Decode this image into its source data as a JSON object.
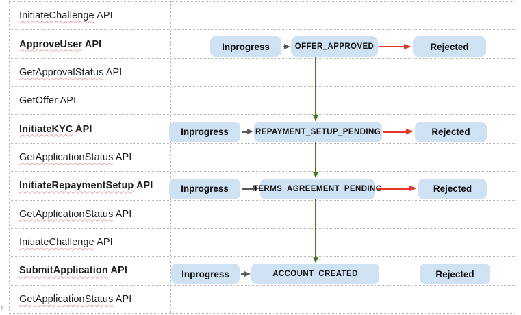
{
  "colors": {
    "box_fill": "#cfe2f3",
    "grid_line": "#b9b9b9",
    "text": "#1d1d1d",
    "gray_arrow": "#5a5a5a",
    "red_arrow": "#e8362a",
    "green_arrow": "#45791f",
    "spellcheck_underline": "#f0a09a"
  },
  "edge_text": "y",
  "table": {
    "rows": [
      {
        "text": "InitiateChallenge API",
        "underlined_part": "InitiateChallenge",
        "bold": false,
        "spellcheck": true
      },
      {
        "text": "ApproveUser API",
        "underlined_part": "ApproveUser",
        "bold": true,
        "spellcheck": true,
        "flow": {
          "start": "Inprogress",
          "state": "OFFER_APPROVED",
          "reject": "Rejected",
          "reject_arrow": true
        }
      },
      {
        "text": "GetApprovalStatus API",
        "underlined_part": "GetApprovalStatus",
        "bold": false,
        "spellcheck": true
      },
      {
        "text": "GetOffer API",
        "underlined_part": "",
        "bold": false,
        "spellcheck": false
      },
      {
        "text": "InitiateKYC API",
        "underlined_part": "InitiateKYC",
        "bold": true,
        "spellcheck": true,
        "flow": {
          "start": "Inprogress",
          "state": "REPAYMENT_SETUP_PENDING",
          "reject": "Rejected",
          "reject_arrow": true
        }
      },
      {
        "text": "GetApplicationStatus API",
        "underlined_part": "GetApplicationStatus",
        "bold": false,
        "spellcheck": true
      },
      {
        "text": "InitiateRepaymentSetup API",
        "underlined_part": "InitiateRepaymentSetup",
        "bold": true,
        "spellcheck": true,
        "flow": {
          "start": "Inprogress",
          "state": "TERMS_AGREEMENT_PENDING",
          "reject": "Rejected",
          "reject_arrow": true
        }
      },
      {
        "text": "GetApplicationStatus API",
        "underlined_part": "GetApplicationStatus",
        "bold": false,
        "spellcheck": true
      },
      {
        "text": "InitiateChallenge API",
        "underlined_part": "InitiateChallenge",
        "bold": false,
        "spellcheck": true
      },
      {
        "text": "SubmitApplication API",
        "underlined_part": "SubmitApplication",
        "bold": true,
        "spellcheck": true,
        "flow": {
          "start": "Inprogress",
          "state": "ACCOUNT_CREATED",
          "reject": "Rejected",
          "reject_arrow": false
        }
      },
      {
        "text": "GetApplicationStatus API",
        "underlined_part": "GetApplicationStatus",
        "bold": false,
        "spellcheck": true
      }
    ]
  }
}
